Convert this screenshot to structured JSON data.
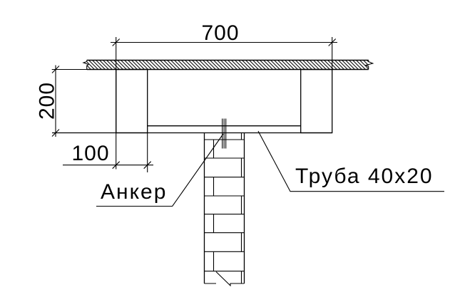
{
  "drawing": {
    "background_color": "#ffffff",
    "line_color": "#000000",
    "dimensions": {
      "top_width": "700",
      "left_height": "200",
      "block_width": "100"
    },
    "labels": {
      "anchor": "Анкер",
      "pipe": "Труба 40x20"
    }
  }
}
